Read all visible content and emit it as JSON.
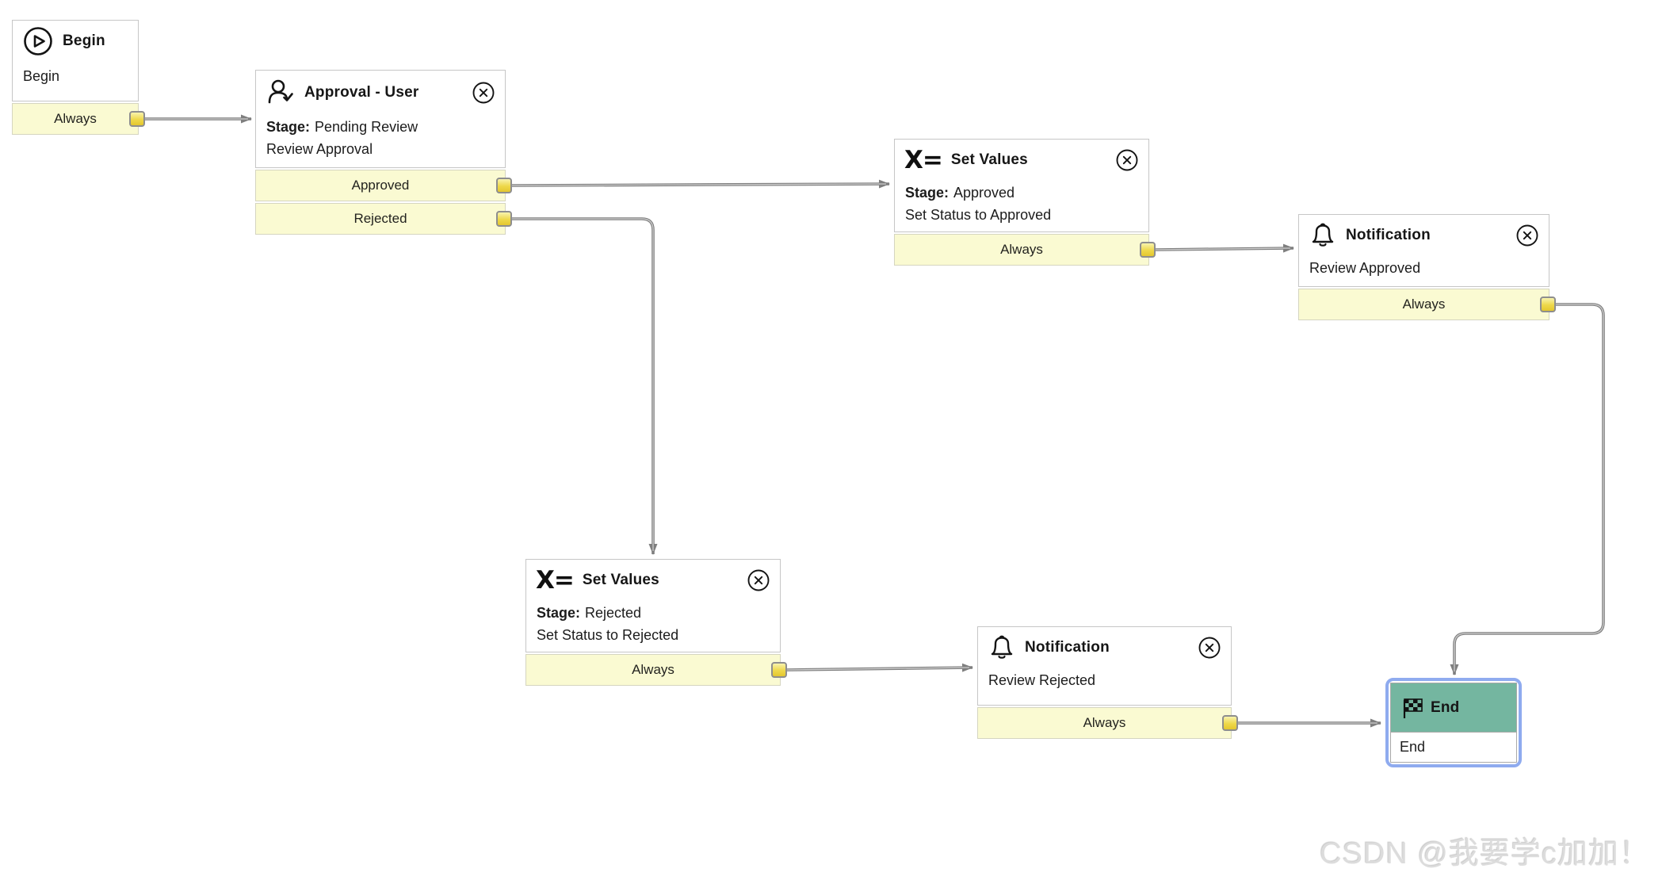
{
  "watermark": "CSDN @我要学c加加！",
  "colors": {
    "row_yellow": "#fafad2",
    "port_yellow": "#eed84a",
    "wire_gray": "#7f7f7f",
    "node_border": "#c6c6c6",
    "end_header_teal": "#74b6a0",
    "selection_blue": "#8fabef"
  },
  "icons": {
    "begin": "play-circle-icon",
    "approval": "user-check-icon",
    "set_values": "x-equals-icon",
    "set_values_glyph": "X=",
    "notification": "bell-icon",
    "end": "checkered-flag-icon",
    "close": "circled-x-icon"
  },
  "nodes": {
    "begin": {
      "title": "Begin",
      "body": "Begin",
      "outputs": [
        "Always"
      ]
    },
    "approval_user": {
      "title": "Approval - User",
      "stage_label": "Stage:",
      "stage": "Pending Review",
      "description": "Review Approval",
      "outputs": [
        "Approved",
        "Rejected"
      ]
    },
    "set_values_approved": {
      "title": "Set Values",
      "stage_label": "Stage:",
      "stage": "Approved",
      "description": "Set Status to Approved",
      "outputs": [
        "Always"
      ]
    },
    "notification_approved": {
      "title": "Notification",
      "description": "Review Approved",
      "outputs": [
        "Always"
      ]
    },
    "set_values_rejected": {
      "title": "Set Values",
      "stage_label": "Stage:",
      "stage": "Rejected",
      "description": "Set Status to Rejected",
      "outputs": [
        "Always"
      ]
    },
    "notification_rejected": {
      "title": "Notification",
      "description": "Review Rejected",
      "outputs": [
        "Always"
      ]
    },
    "end": {
      "title": "End",
      "body": "End"
    }
  },
  "edges": [
    {
      "from": "begin:Always",
      "to": "approval_user"
    },
    {
      "from": "approval_user:Approved",
      "to": "set_values_approved"
    },
    {
      "from": "approval_user:Rejected",
      "to": "set_values_rejected"
    },
    {
      "from": "set_values_approved:Always",
      "to": "notification_approved"
    },
    {
      "from": "notification_approved:Always",
      "to": "end"
    },
    {
      "from": "set_values_rejected:Always",
      "to": "notification_rejected"
    },
    {
      "from": "notification_rejected:Always",
      "to": "end"
    }
  ]
}
